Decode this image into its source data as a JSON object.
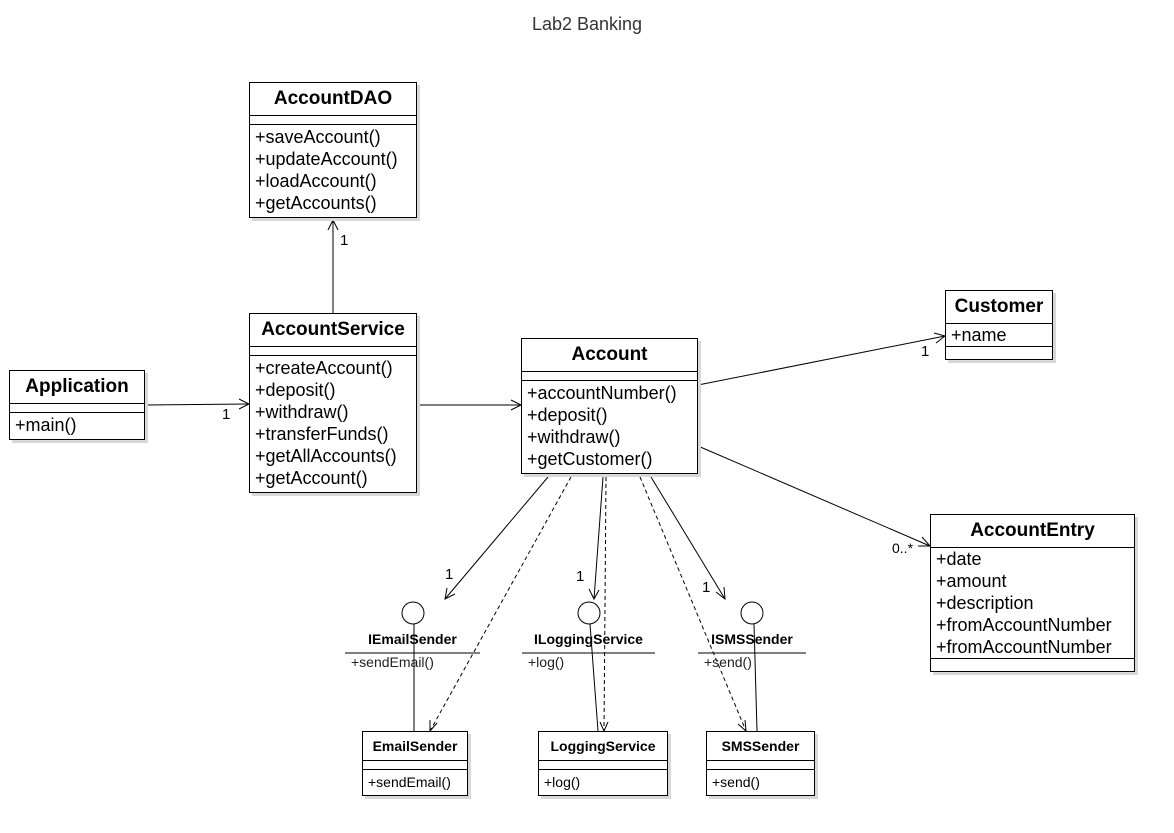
{
  "title": "Lab2 Banking",
  "classes": {
    "accountdao": {
      "name": "AccountDAO",
      "ops": [
        "+saveAccount()",
        "+updateAccount()",
        "+loadAccount()",
        "+getAccounts()"
      ]
    },
    "accountservice": {
      "name": "AccountService",
      "ops": [
        "+createAccount()",
        "+deposit()",
        "+withdraw()",
        "+transferFunds()",
        "+getAllAccounts()",
        "+getAccount()"
      ]
    },
    "application": {
      "name": "Application",
      "ops": [
        "+main()"
      ]
    },
    "account": {
      "name": "Account",
      "ops": [
        "+accountNumber()",
        "+deposit()",
        "+withdraw()",
        "+getCustomer()"
      ]
    },
    "customer": {
      "name": "Customer",
      "attrs": [
        "+name"
      ]
    },
    "accountentry": {
      "name": "AccountEntry",
      "attrs": [
        "+date",
        "+amount",
        "+description",
        "+fromAccountNumber",
        "+fromAccountNumber"
      ]
    },
    "emailsender": {
      "name": "EmailSender",
      "ops": [
        "+sendEmail()"
      ]
    },
    "loggingservice": {
      "name": "LoggingService",
      "ops": [
        "+log()"
      ]
    },
    "smssender": {
      "name": "SMSSender",
      "ops": [
        "+send()"
      ]
    }
  },
  "interfaces": {
    "iemailsender": {
      "name": "IEmailSender",
      "ops": [
        "+sendEmail()"
      ]
    },
    "iloggingservice": {
      "name": "ILoggingService",
      "ops": [
        "+log()"
      ]
    },
    "ismssender": {
      "name": "ISMSSender",
      "ops": [
        "+send()"
      ]
    }
  },
  "multiplicities": {
    "service_dao": "1",
    "app_service": "1",
    "account_customer": "1",
    "account_entry": "0..*",
    "account_iemail": "1",
    "account_ilogging": "1",
    "account_isms": "1"
  }
}
